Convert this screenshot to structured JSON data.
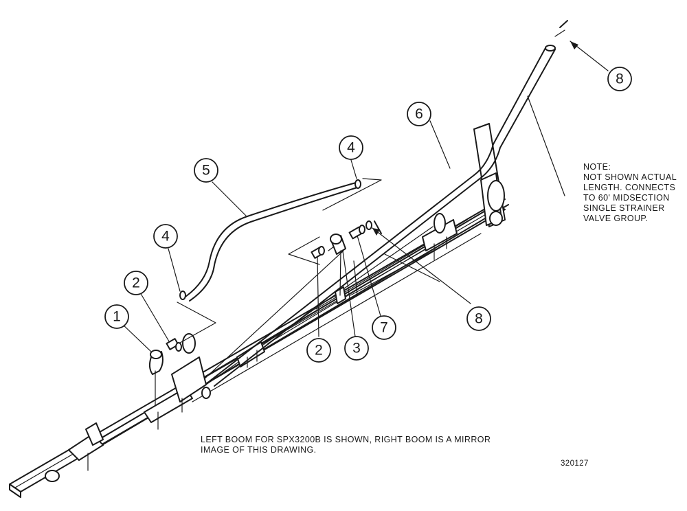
{
  "note": {
    "lines": [
      "NOTE:",
      "NOT SHOWN ACTUAL",
      "LENGTH. CONNECTS",
      "TO 60' MIDSECTION",
      "SINGLE STRAINER",
      "VALVE GROUP."
    ]
  },
  "caption": {
    "line1": "LEFT BOOM FOR SPX3200B IS SHOWN, RIGHT BOOM IS A MIRROR",
    "line2": "IMAGE OF THIS DRAWING."
  },
  "drawing_number": "320127",
  "callouts": [
    {
      "id": "callout-1-elbow",
      "label": "1"
    },
    {
      "id": "callout-2-fitting-left",
      "label": "2"
    },
    {
      "id": "callout-4-clamp-left",
      "label": "4"
    },
    {
      "id": "callout-5-hose",
      "label": "5"
    },
    {
      "id": "callout-4-clamp-right",
      "label": "4"
    },
    {
      "id": "callout-6-boom-tube",
      "label": "6"
    },
    {
      "id": "callout-8-top",
      "label": "8"
    },
    {
      "id": "callout-2-fitting-center",
      "label": "2"
    },
    {
      "id": "callout-3-tee",
      "label": "3"
    },
    {
      "id": "callout-7-adapter",
      "label": "7"
    },
    {
      "id": "callout-8-ring",
      "label": "8"
    }
  ]
}
